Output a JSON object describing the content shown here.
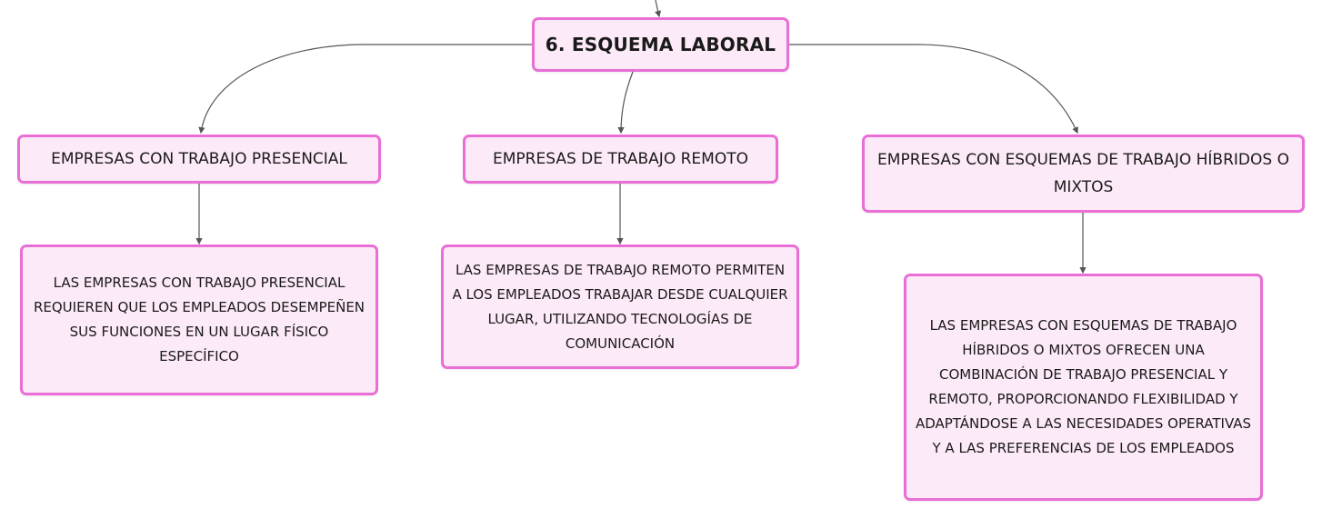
{
  "central_topic": {
    "label": "6. ESQUEMA LABORAL"
  },
  "branches": [
    {
      "title": "EMPRESAS CON TRABAJO PRESENCIAL",
      "description": "LAS EMPRESAS CON TRABAJO PRESENCIAL REQUIEREN QUE LOS EMPLEADOS DESEMPEÑEN SUS FUNCIONES EN UN LUGAR FÍSICO ESPECÍFICO"
    },
    {
      "title": "EMPRESAS DE TRABAJO REMOTO",
      "description": "LAS EMPRESAS DE TRABAJO REMOTO PERMITEN A LOS EMPLEADOS TRABAJAR DESDE CUALQUIER LUGAR, UTILIZANDO TECNOLOGÍAS DE COMUNICACIÓN"
    },
    {
      "title": "EMPRESAS CON ESQUEMAS DE TRABAJO HÍBRIDOS O MIXTOS",
      "description": "LAS EMPRESAS CON ESQUEMAS DE TRABAJO HÍBRIDOS O MIXTOS OFRECEN UNA COMBINACIÓN DE TRABAJO PRESENCIAL Y REMOTO, PROPORCIONANDO FLEXIBILIDAD Y ADAPTÁNDOSE A LAS NECESIDADES OPERATIVAS Y A LAS PREFERENCIAS DE LOS EMPLEADOS"
    }
  ],
  "colors": {
    "node_fill": "#fdeaf8",
    "node_border": "#e96fd6",
    "connector": "#555555"
  }
}
